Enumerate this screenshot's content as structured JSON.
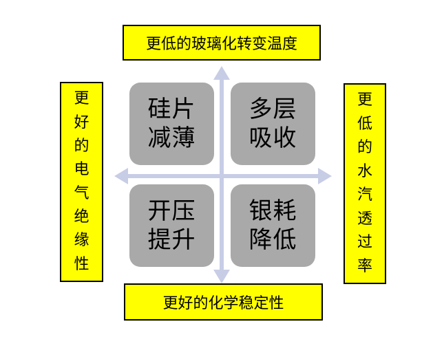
{
  "top_label": "更低的玻璃化转变温度",
  "bottom_label": "更好的化学稳定性",
  "left_label": "更好的电气绝缘性",
  "right_label": "更低的水汽透过率",
  "quadrants": {
    "top_left": [
      "硅片",
      "减薄"
    ],
    "top_right": [
      "多层",
      "吸收"
    ],
    "bottom_left": [
      "开压",
      "提升"
    ],
    "bottom_right": [
      "银耗",
      "降低"
    ]
  },
  "colors": {
    "label_fill": "#ffff00",
    "quadrant_fill": "#a9a9a9",
    "arrow": "#c8cde6"
  }
}
